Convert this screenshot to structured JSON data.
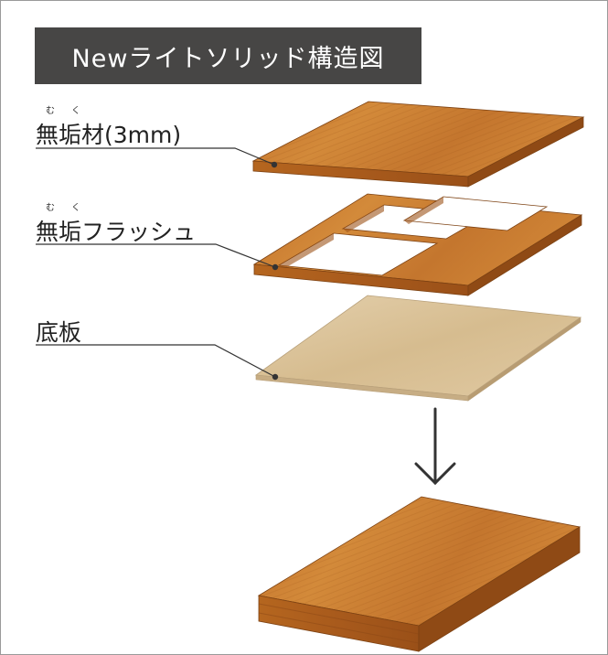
{
  "title": "Newライトソリッド構造図",
  "layers": [
    {
      "label": "無垢材(3mm)",
      "ruby": [
        "む",
        "く"
      ]
    },
    {
      "label": "無垢フラッシュ",
      "ruby": [
        "む",
        "く"
      ]
    },
    {
      "label": "底板"
    }
  ],
  "colors": {
    "title_band": "#474645",
    "wood_top": "#c9782c",
    "wood_front": "#a85a1c",
    "wood_side": "#8f4a15",
    "base_board": "#dcc59e",
    "leader_line": "#333333"
  }
}
